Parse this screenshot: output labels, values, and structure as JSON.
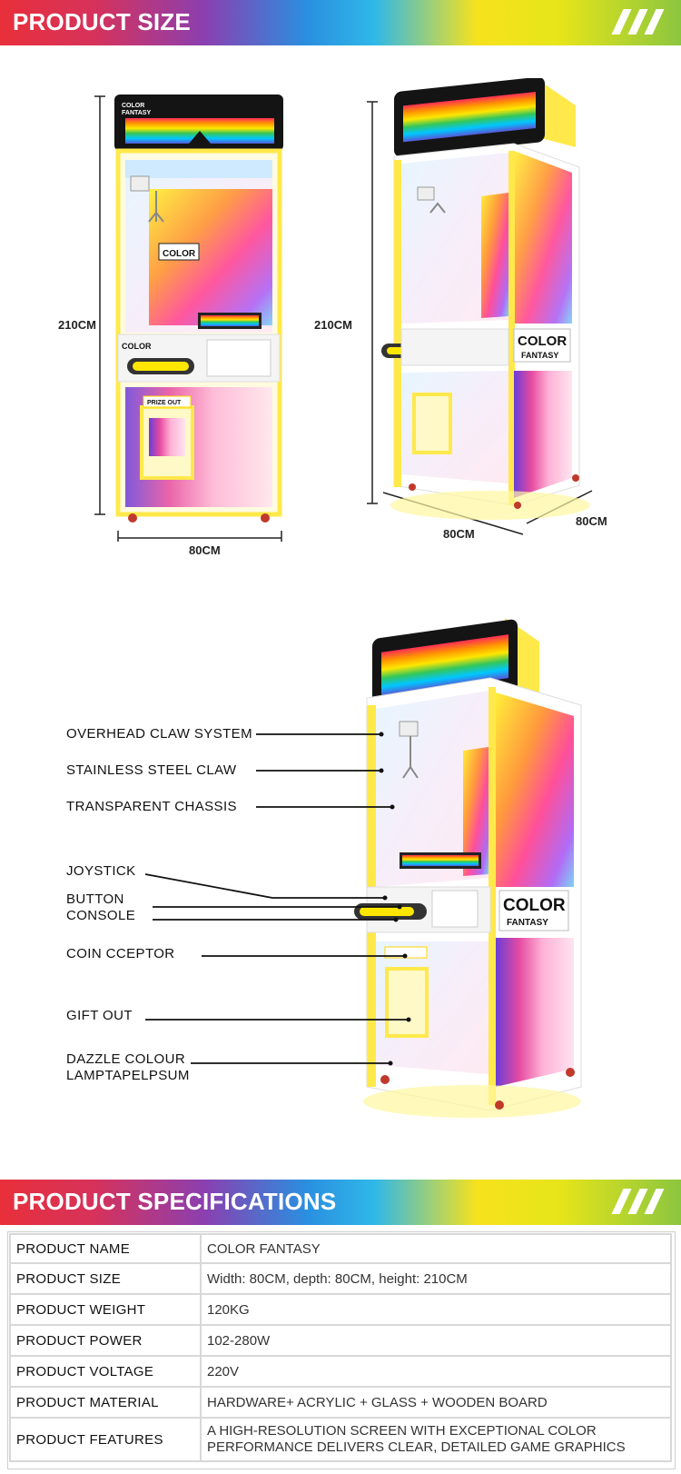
{
  "section_size": {
    "title": "PRODUCT SIZE"
  },
  "section_specs": {
    "title": "PRODUCT SPECIFICATIONS"
  },
  "dimensions": {
    "front_height": "210CM",
    "front_width": "80CM",
    "side_height": "210CM",
    "side_width": "80CM",
    "side_depth": "80CM"
  },
  "machine_text": {
    "brand_line1": "COLOR",
    "brand_line2": "FANTASY",
    "prize_out": "PRIZE OUT"
  },
  "callouts": [
    "OVERHEAD CLAW SYSTEM",
    "STAINLESS STEEL CLAW",
    "TRANSPARENT CHASSIS",
    "JOYSTICK",
    "BUTTON",
    "CONSOLE",
    "COIN CCEPTOR",
    "GIFT OUT",
    "DAZZLE COLOUR",
    "LAMPTAPELPSUM"
  ],
  "specs": [
    {
      "key": "PRODUCT NAME",
      "value": "COLOR FANTASY"
    },
    {
      "key": "PRODUCT SIZE",
      "value": "Width: 80CM, depth: 80CM, height: 210CM"
    },
    {
      "key": "PRODUCT WEIGHT",
      "value": "120KG"
    },
    {
      "key": "PRODUCT POWER",
      "value": "102-280W"
    },
    {
      "key": "PRODUCT VOLTAGE",
      "value": "220V"
    },
    {
      "key": "PRODUCT MATERIAL",
      "value": "HARDWARE+ ACRYLIC + GLASS + WOODEN BOARD"
    },
    {
      "key": "PRODUCT FEATURES",
      "value": "A HIGH-RESOLUTION SCREEN WITH EXCEPTIONAL COLOR PERFORMANCE DELIVERS CLEAR, DETAILED GAME GRAPHICS"
    }
  ]
}
